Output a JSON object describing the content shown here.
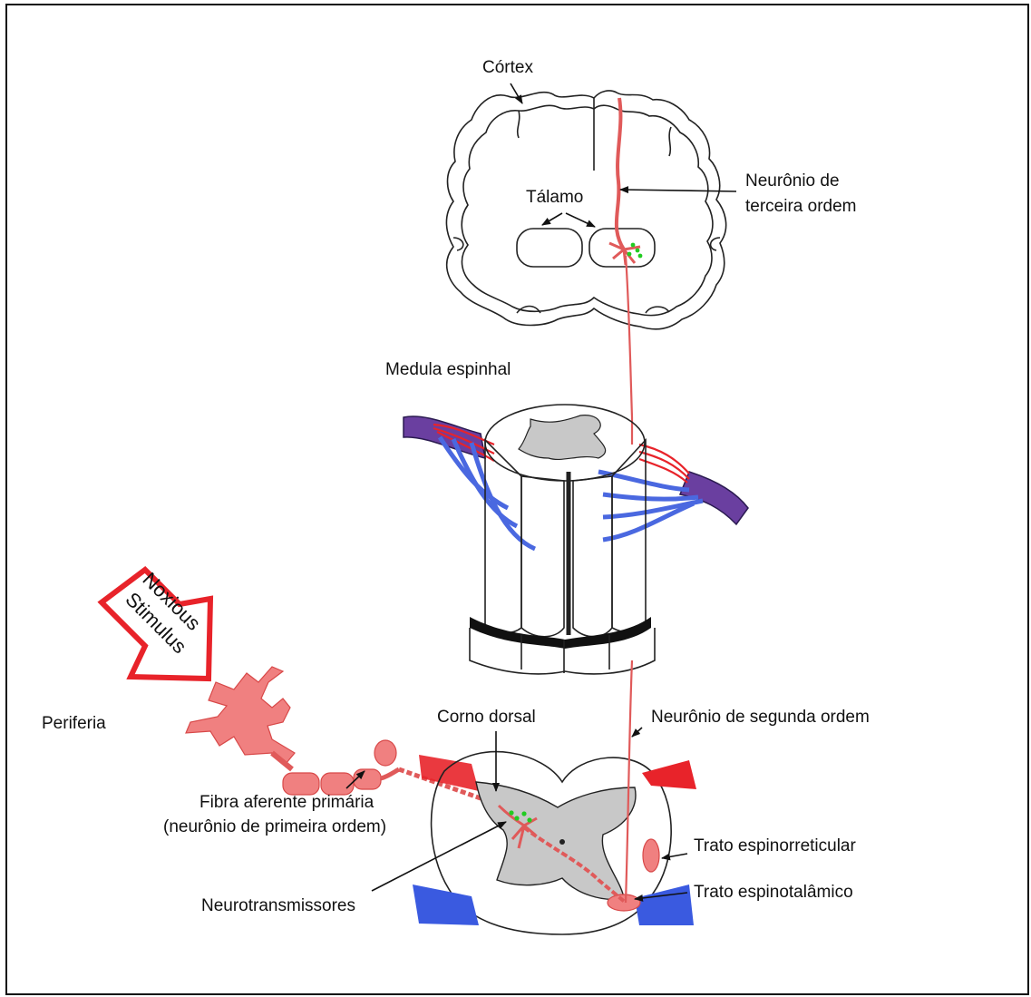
{
  "labels": {
    "cortex": "Córtex",
    "thalamus": "Tálamo",
    "third_order_line1": "Neurônio de",
    "third_order_line2": "terceira ordem",
    "spinal_cord": "Medula espinhal",
    "noxious_line1": "Noxious",
    "noxious_line2": "Stimulus",
    "periphery": "Periferia",
    "dorsal_horn": "Corno dorsal",
    "second_order": "Neurônio de segunda ordem",
    "afferent_line1": "Fibra aferente primária",
    "afferent_line2": "(neurônio de primeira ordem)",
    "spinoreticular": "Trato espinorreticular",
    "neurotransmitters": "Neurotransmissores",
    "spinothalamic": "Trato espinotalâmico"
  },
  "colors": {
    "neuron": "#f08080",
    "neuron_stroke": "#e05a5a",
    "neurotransmitter": "#22cc22",
    "dorsal_root": "#e8232a",
    "ventral_root": "#4a68e0",
    "spinal_nerve": "#6a3fa0",
    "grey_matter": "#c8c8c8",
    "stimulus_arrow": "#e8232a"
  }
}
